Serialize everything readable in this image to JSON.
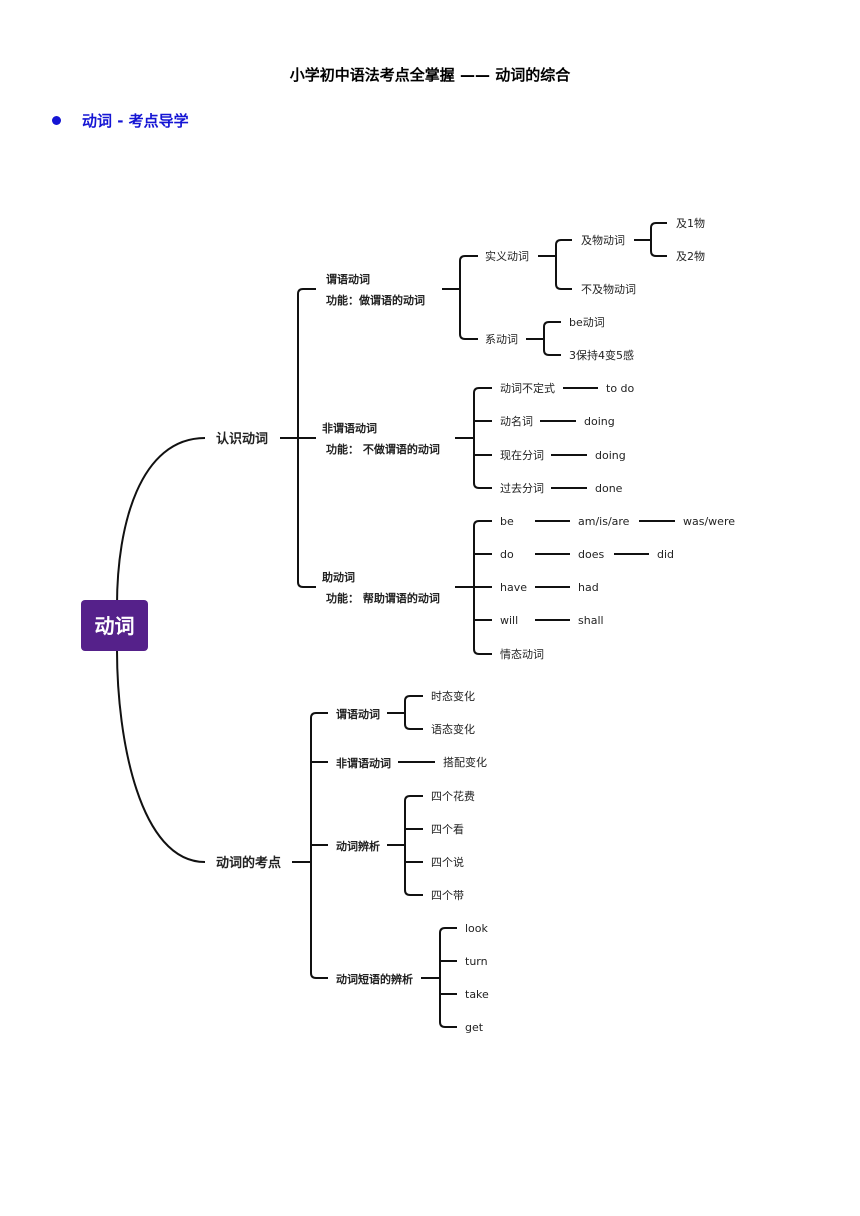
{
  "page": {
    "title": "小学初中语法考点全掌握 —— 动词的综合",
    "section_heading": "动词 - 考点导学"
  },
  "colors": {
    "accent": "#1414d4",
    "root_node": "#55218a"
  },
  "mindmap": {
    "root": "动词",
    "b1": {
      "label": "认识动词",
      "c1": {
        "title": "谓语动词",
        "func": "功能：做谓语的动词",
        "shiyi": "实义动词",
        "jiwu": "及物动词",
        "ji1": "及1物",
        "ji2": "及2物",
        "bujiwu": "不及物动词",
        "xi": "系动词",
        "be": "be动词",
        "baochi": "3保持4变5感"
      },
      "c2": {
        "title": "非谓语动词",
        "func": "功能： 不做谓语的动词",
        "rows": [
          {
            "a": "动词不定式",
            "b": "to do"
          },
          {
            "a": "动名词",
            "b": "doing"
          },
          {
            "a": "现在分词",
            "b": "doing"
          },
          {
            "a": "过去分词",
            "b": "done"
          }
        ]
      },
      "c3": {
        "title": "助动词",
        "func": "功能： 帮助谓语的动词",
        "rows": [
          {
            "a": "be",
            "b": "am/is/are",
            "c": "was/were"
          },
          {
            "a": "do",
            "b": "does",
            "c": "did"
          },
          {
            "a": "have",
            "b": "had"
          },
          {
            "a": "will",
            "b": "shall"
          },
          {
            "a": "情态动词"
          }
        ]
      }
    },
    "b2": {
      "label": "动词的考点",
      "c1": {
        "title": "谓语动词",
        "items": [
          "时态变化",
          "语态变化"
        ]
      },
      "c2": {
        "title": "非谓语动词",
        "items": [
          "搭配变化"
        ]
      },
      "c3": {
        "title": "动词辨析",
        "items": [
          "四个花费",
          "四个看",
          "四个说",
          "四个带"
        ]
      },
      "c4": {
        "title": "动词短语的辨析",
        "items": [
          "look",
          "turn",
          "take",
          "get"
        ]
      }
    }
  }
}
